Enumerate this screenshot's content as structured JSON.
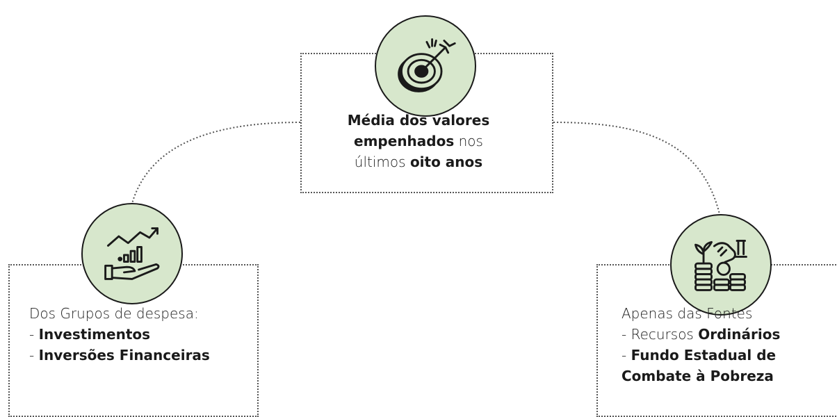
{
  "center": {
    "icon": "target-arrow-icon",
    "line1_bold": "Média dos valores",
    "line2_bold": "empenhados",
    "line2_rest": " nos",
    "line3_start": "últimos ",
    "line3_bold": "oito anos"
  },
  "left": {
    "icon": "hand-growth-chart-icon",
    "intro": "Dos Grupos de despesa:",
    "item1_prefix": "- ",
    "item1_bold": "Investimentos",
    "item2_prefix": "- ",
    "item2_bold": "Inversões Financeiras"
  },
  "right": {
    "icon": "hand-coins-plant-icon",
    "intro": "Apenas das Fontes",
    "item1_prefix": "- Recursos ",
    "item1_bold": "Ordinários",
    "item2_prefix": "- ",
    "item2_bold": "Fundo Estadual de",
    "item2_bold_cont": "Combate à Pobreza"
  },
  "colors": {
    "circle_fill": "#d7e7cc",
    "stroke": "#1a1a1a",
    "dotted": "#555555"
  }
}
